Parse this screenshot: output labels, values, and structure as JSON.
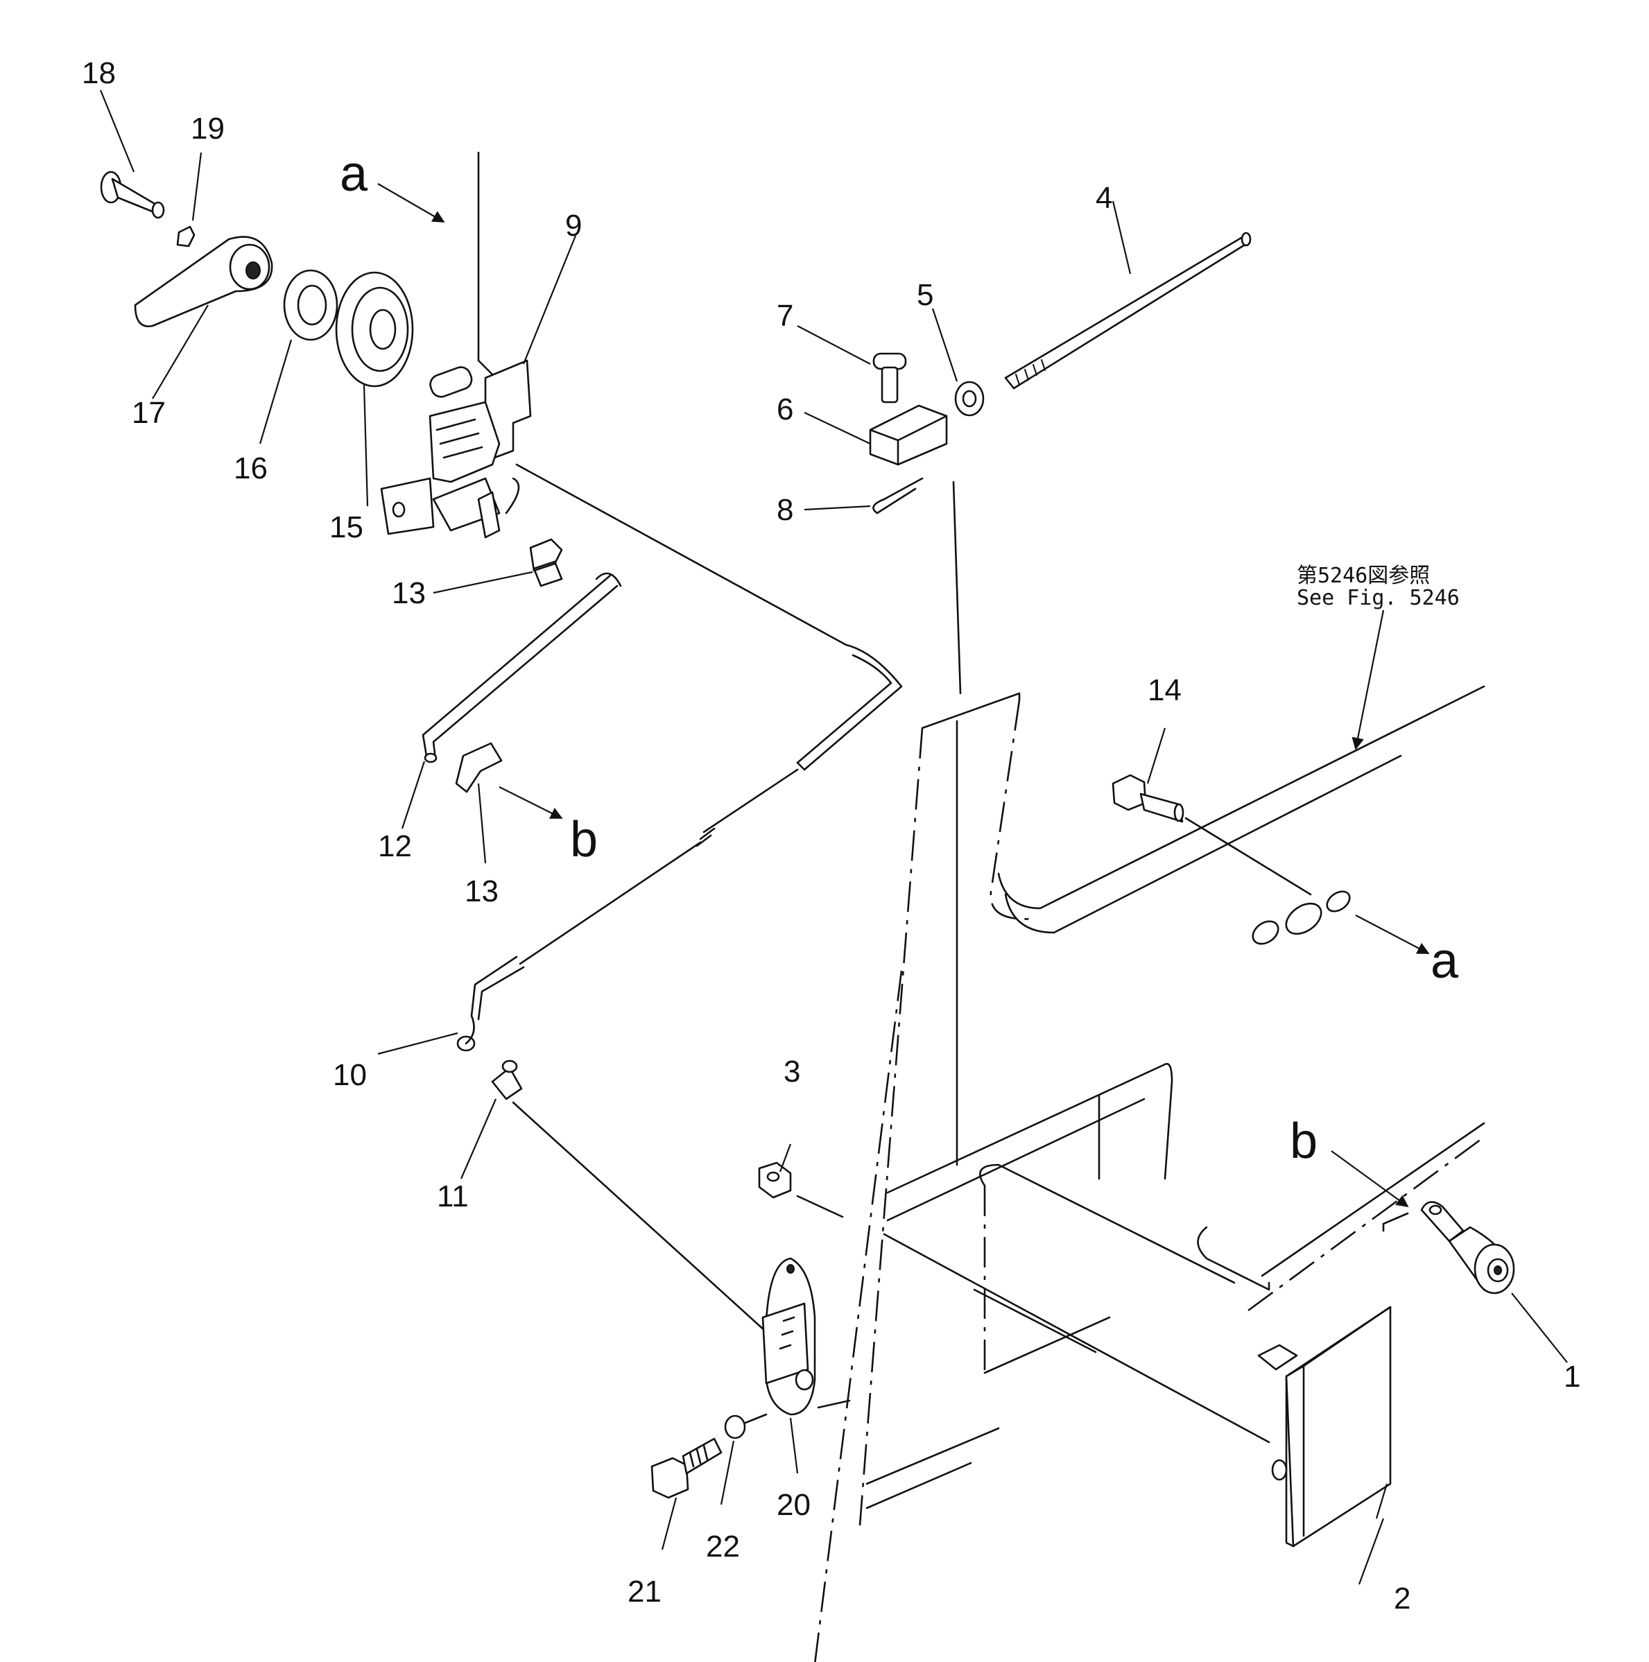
{
  "callouts": [
    "1",
    "2",
    "3",
    "4",
    "5",
    "6",
    "7",
    "8",
    "9",
    "10",
    "11",
    "12",
    "13",
    "13",
    "14",
    "15",
    "16",
    "17",
    "18",
    "19",
    "20",
    "21",
    "22"
  ],
  "letters": {
    "a_top": "a",
    "a_right": "a",
    "b_left": "b",
    "b_right": "b"
  },
  "reference": {
    "jp": "第5246図参照",
    "en": "See Fig. 5246"
  }
}
